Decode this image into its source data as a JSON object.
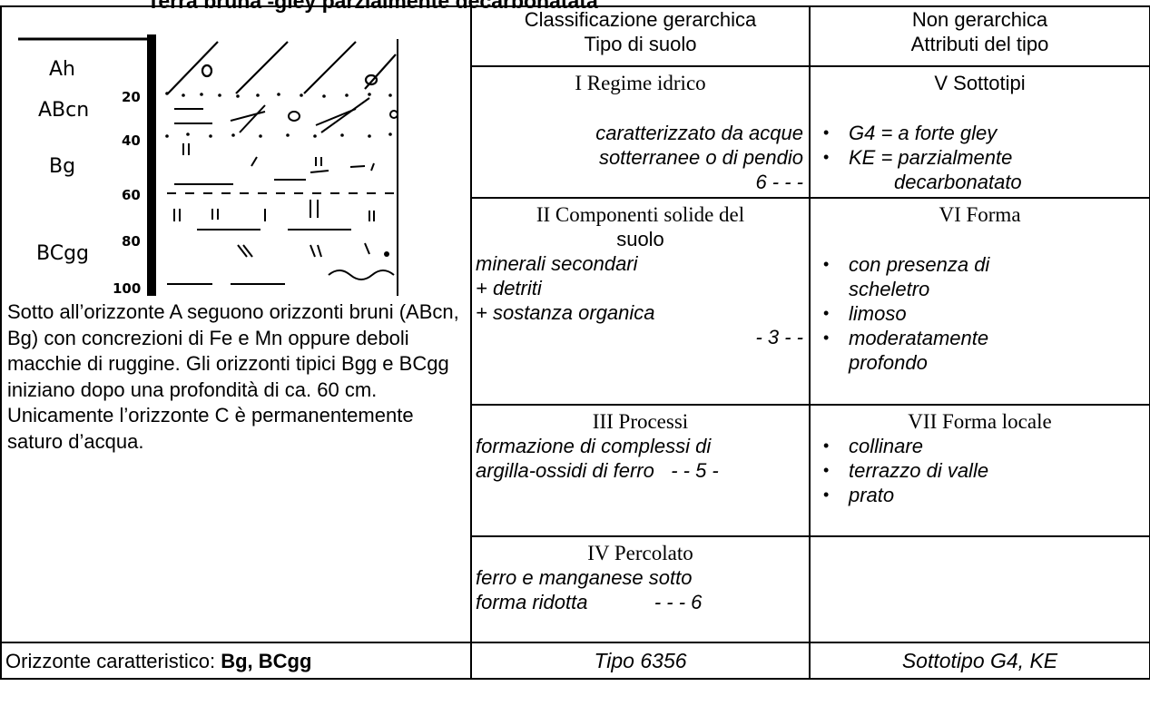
{
  "title": "Terra bruna -gley parzialmente decarbonatata",
  "header": {
    "col2": "Classificazione gerarchica",
    "col2_sub": "Tipo di suolo",
    "col3": "Non gerarchica",
    "col3_sub": "Attributi del tipo"
  },
  "profile": {
    "horizons": [
      "Ah",
      "ABcn",
      "Bg",
      "BCgg"
    ],
    "depths": [
      "20",
      "40",
      "60",
      "80",
      "100"
    ]
  },
  "description": "Sotto all’orizzonte A seguono orizzonti bruni (ABcn, Bg) con concrezioni di Fe e Mn oppure deboli macchie di ruggine. Gli orizzonti tipici Bgg e BCgg iniziano dopo una profondità di ca. 60 cm. Unicamente l’orizzonte C è permanentemente saturo d’acqua.",
  "rows": [
    {
      "left_title": "I Regime idrico",
      "left_lines": [
        "caratterizzato da acque",
        "sotterranee o di pendio",
        "6 - - -"
      ],
      "right_title": "V Sottotipi",
      "right_items": [
        "G4 = a forte gley",
        "KE = parzialmente"
      ],
      "right_cont": "decarbonatato"
    },
    {
      "left_title_1": "II Componenti solide del",
      "left_title_2": "suolo",
      "left_lines": [
        "minerali secondari",
        "+ detriti",
        "+ sostanza organica",
        "- 3 - -"
      ],
      "right_title": "VI Forma",
      "right_items": [
        "con presenza di",
        "limoso",
        "moderatamente"
      ],
      "right_cont_1": "scheletro",
      "right_cont_3": "profondo"
    },
    {
      "left_title": "III Processi",
      "left_lines": [
        "formazione di complessi di",
        "argilla-ossidi di ferro   - - 5 -"
      ],
      "right_title": "VII Forma locale",
      "right_items": [
        "collinare",
        "terrazzo di valle",
        "prato"
      ]
    },
    {
      "left_title": "IV Percolato",
      "left_lines": [
        "ferro e manganese sotto",
        "forma ridotta            - - - 6"
      ]
    }
  ],
  "footer": {
    "label": "Orizzonte caratteristico: ",
    "value": "Bg, BCgg",
    "tipo": "Tipo 6356",
    "sottotipo": "Sottotipo G4, KE"
  }
}
